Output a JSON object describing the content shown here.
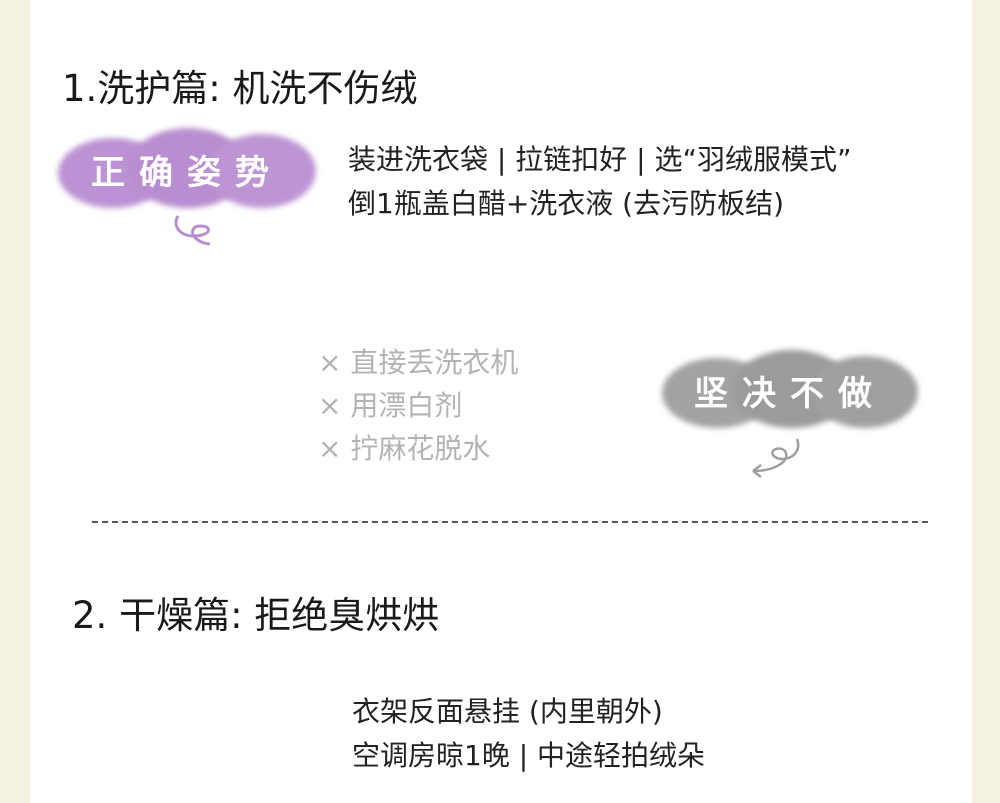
{
  "section1": {
    "title": "1.洗护篇: 机洗不伤绒",
    "badge_correct": "正确姿势",
    "correct_lines": [
      "装进洗衣袋 | 拉链扣好 | 选“羽绒服模式”",
      "倒1瓶盖白醋+洗衣液 (去污防板结)"
    ],
    "badge_never": "坚决不做",
    "never_items": [
      "× 直接丢洗衣机",
      "× 用漂白剂",
      "× 拧麻花脱水"
    ]
  },
  "section2": {
    "title": "2. 干燥篇: 拒绝臭烘烘",
    "lines": [
      "衣架反面悬挂 (内里朝外)",
      "空调房晾1晚 | 中途轻拍绒朵"
    ]
  },
  "colors": {
    "background": "#f4f0e2",
    "purple": "#b98ed0",
    "gray_badge": "#9e9e9e"
  }
}
